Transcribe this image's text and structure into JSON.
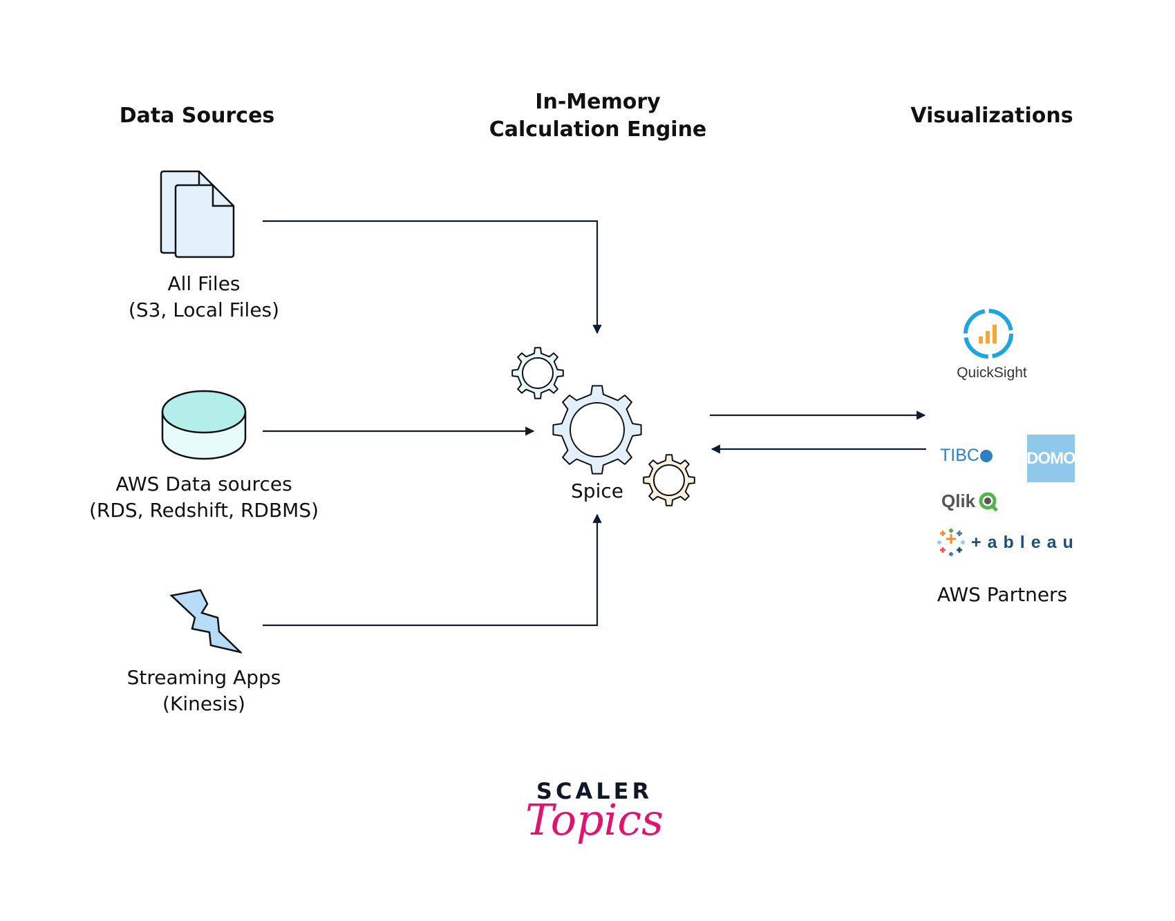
{
  "headings": {
    "sources": "Data Sources",
    "engine_line1": "In-Memory",
    "engine_line2": "Calculation Engine",
    "visualizations": "Visualizations"
  },
  "sources": [
    {
      "icon": "documents-icon",
      "line1": "All Files",
      "line2": "(S3, Local Files)"
    },
    {
      "icon": "database-icon",
      "line1": "AWS Data sources",
      "line2": "(RDS, Redshift, RDBMS)"
    },
    {
      "icon": "lightning-icon",
      "line1": "Streaming Apps",
      "line2": "(Kinesis)"
    }
  ],
  "engine": {
    "icon": "gears-icon",
    "label": "Spice"
  },
  "visualizations": {
    "quicksight": {
      "icon": "quicksight-logo",
      "label": "QuickSight"
    },
    "partners": {
      "tibco": "TIBC",
      "domo": "DOMO",
      "qlik": "Qlik",
      "tableau": "+ableau",
      "label": "AWS Partners"
    }
  },
  "branding": {
    "line1": "SCALER",
    "line2": "Topics"
  },
  "colors": {
    "arrow": "#0d1b2e",
    "file_fill": "#e3f1fc",
    "db_top": "#b3eeea",
    "db_side": "#e6fbfa",
    "bolt_fill": "#b7dcf8",
    "gear_main": "#e3f0fb",
    "gear_small_a": "#e6f8f8",
    "gear_small_b": "#fbf1e1",
    "quicksight_ring": "#1ba6dc",
    "quicksight_bars": "#f6a633",
    "scaler_pink": "#e2136e"
  }
}
